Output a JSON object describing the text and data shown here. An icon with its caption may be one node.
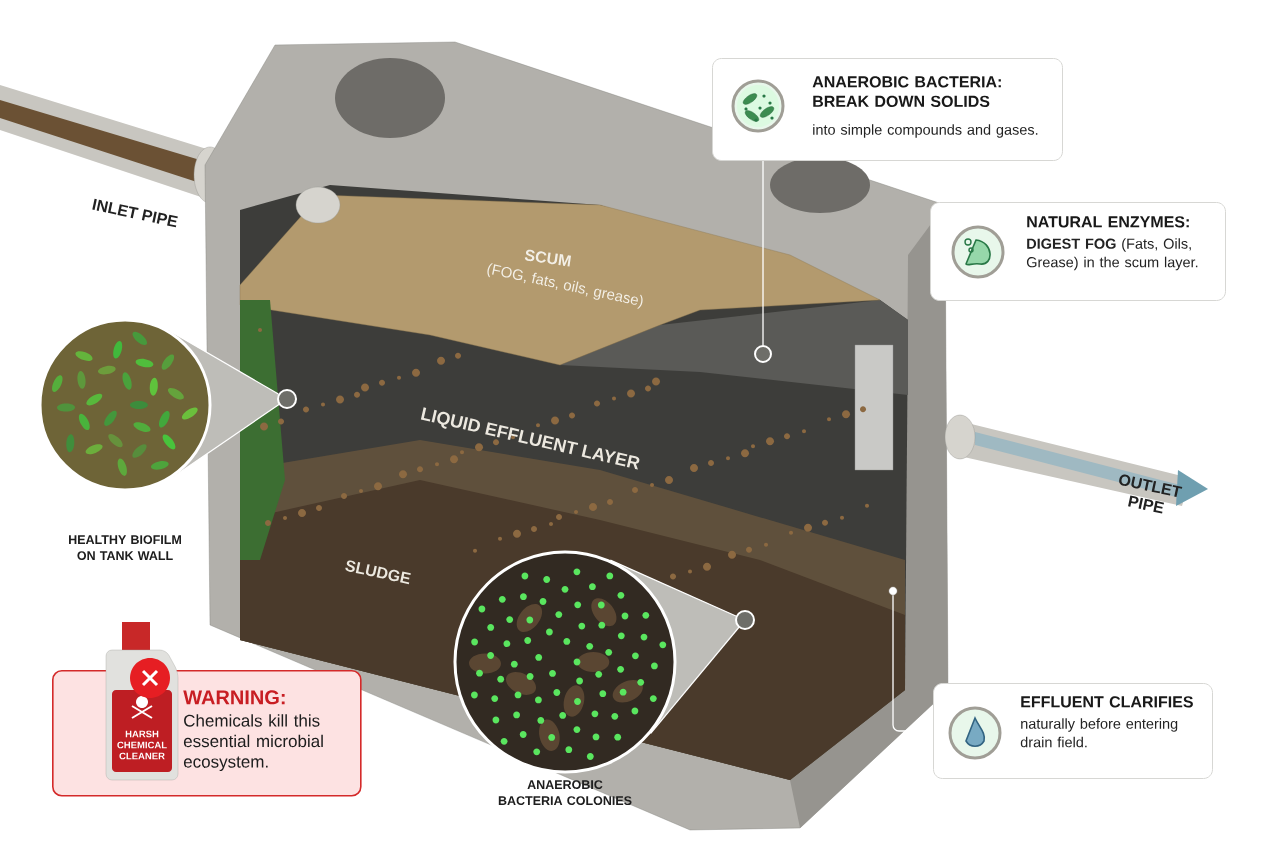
{
  "diagram": {
    "nodes": [
      {
        "text": [
          "ANAEROBIC BACTERIA: BREAK DOWN SOLIDS",
          "into simple compounds and gases."
        ]
      },
      {
        "text": [],
        "shape": "circle"
      },
      {
        "text": [
          "NATURAL ENZYMES:",
          "**DIGEST FOG** (Fats, Oils, Grease) in the scum layer."
        ]
      },
      {
        "text": [
          "EFFLUENT CLARIFIES",
          "naturally before entering drain field."
        ]
      },
      {
        "text": [],
        "shape": "circle"
      },
      {
        "text": [],
        "shape": "picture",
        "beside": [
          "HEALTHY BIOFILM ON TANK WALL"
        ]
      },
      {
        "text": [],
        "shape": "circle"
      },
      {
        "text": [],
        "shape": "picture",
        "beside": [
          "ANAEROBIC BACTERIA COLONIES"
        ]
      },
      {
        "text": [],
        "shape": "circle"
      },
      {
        "text": [
          "WARNING:",
          "Chemicals kill this essential microbial ecosystem."
        ]
      },
      {
        "text": [
          "HARSH CHEMICAL CLEANER"
        ]
      }
    ],
    "edges": [
      {
        "from": 0,
        "to": 1,
        "arrow": "none"
      },
      {
        "from": 3,
        "to": 4,
        "arrow": "none"
      },
      {
        "from": 5,
        "to": 6,
        "arrow": "none"
      },
      {
        "from": 7,
        "to": 8,
        "arrow": "none"
      }
    ],
    "labels": [
      "INLET PIPE",
      "SCUM",
      "(FOG, fats, oils, grease)",
      "LIQUID EFFLUENT LAYER",
      "SLUDGE",
      "OUTLET PIPE"
    ]
  }
}
